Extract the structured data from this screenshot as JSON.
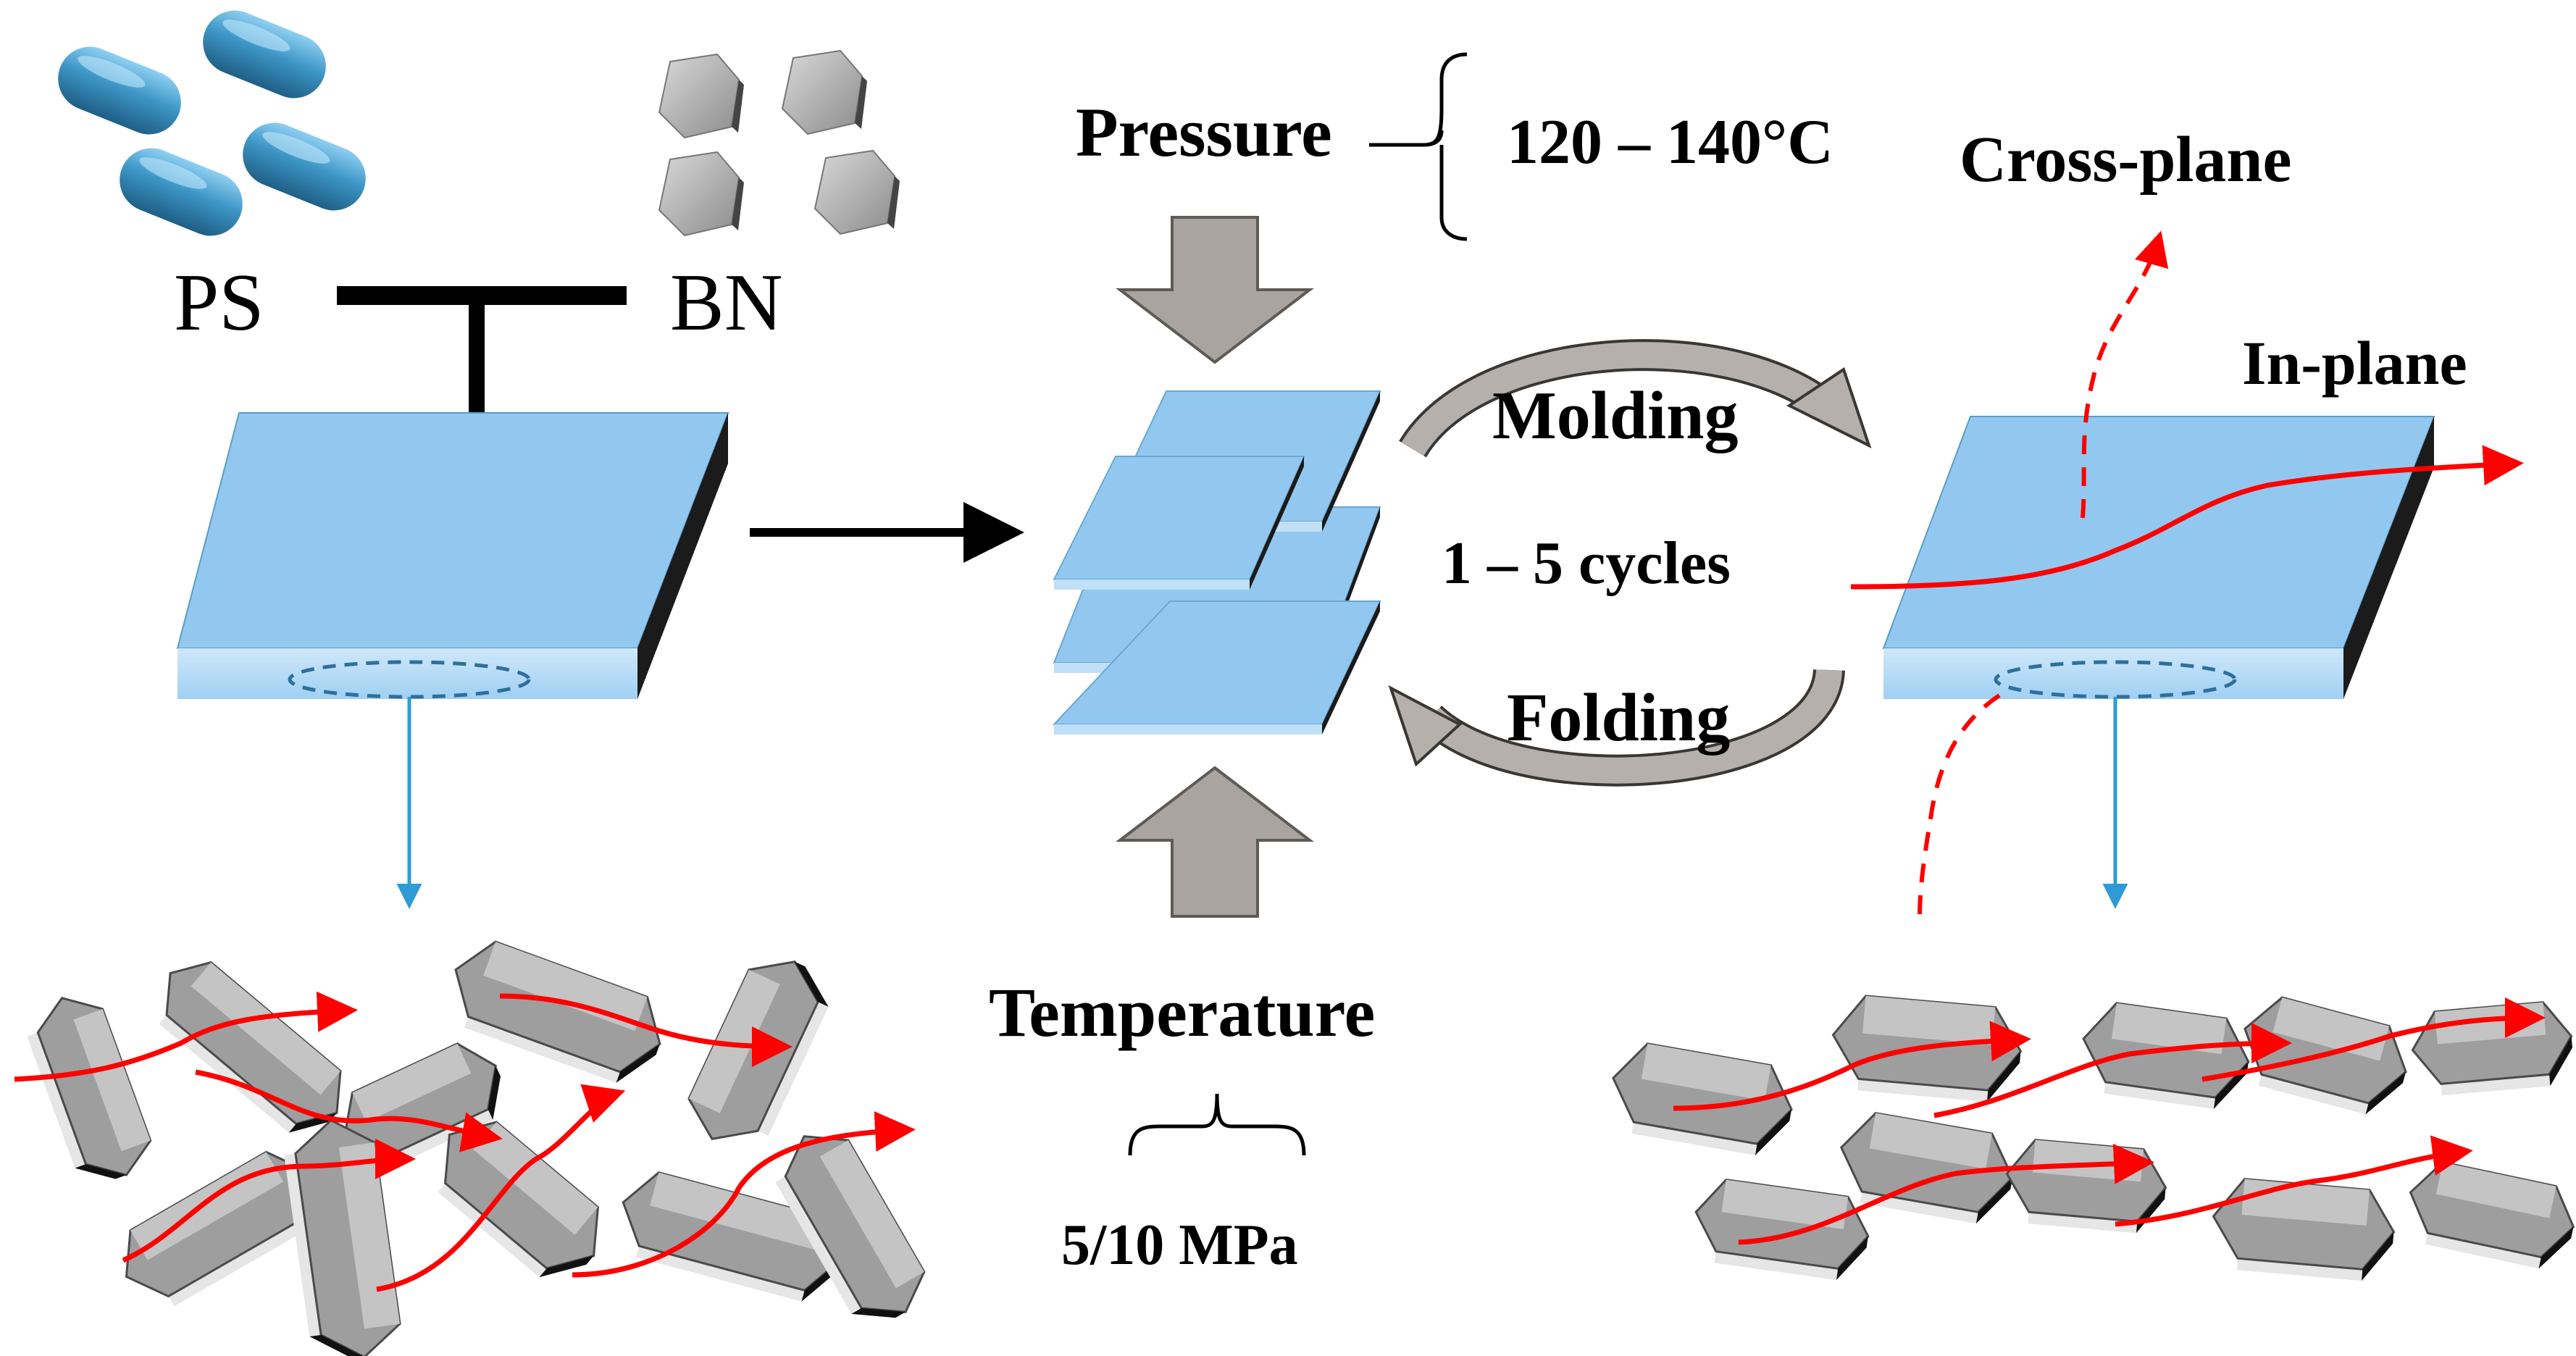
{
  "labels": {
    "ps": "PS",
    "bn": "BN",
    "pressure": "Pressure",
    "temp_range": "120 – 140°C",
    "molding": "Molding",
    "cycles": "1 – 5 cycles",
    "folding": "Folding",
    "temperature": "Temperature",
    "pressure_value": "5/10 MPa",
    "cross_plane": "Cross-plane",
    "in_plane": "In-plane"
  },
  "colors": {
    "ps_bead": "#2f86b8",
    "bn_flake": "#bdbdbd",
    "film_top": "#92c8ef",
    "film_side": "#a9d6f5",
    "film_edge": "#1b1b1b",
    "heat_flow": "#ff0000",
    "process_arrow": "#a9a49f",
    "zoom_arrow": "#2e9bd6"
  },
  "icons": {
    "merge": "t-junction-arrow",
    "zoom": "down-arrow",
    "press": "block-arrow"
  }
}
